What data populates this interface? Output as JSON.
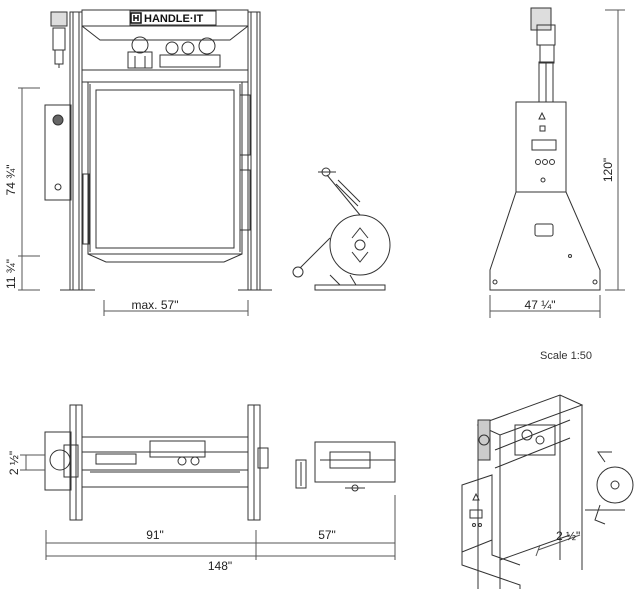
{
  "brand": {
    "name": "HANDLE·IT"
  },
  "scale": {
    "label": "Scale 1:50"
  },
  "dimensions": {
    "front_height": "74 ¾\"",
    "front_base_height": "11 ¾\"",
    "front_max_width": "max. 57\"",
    "side_height": "120\"",
    "side_width": "47 ¼\"",
    "top_depth": "2 ½\"",
    "top_machine_width": "91\"",
    "top_dispenser_width": "57\"",
    "top_total_width": "148\"",
    "iso_depth": "2 ½\""
  },
  "colors": {
    "line": "#333333",
    "accent": "#555555"
  }
}
